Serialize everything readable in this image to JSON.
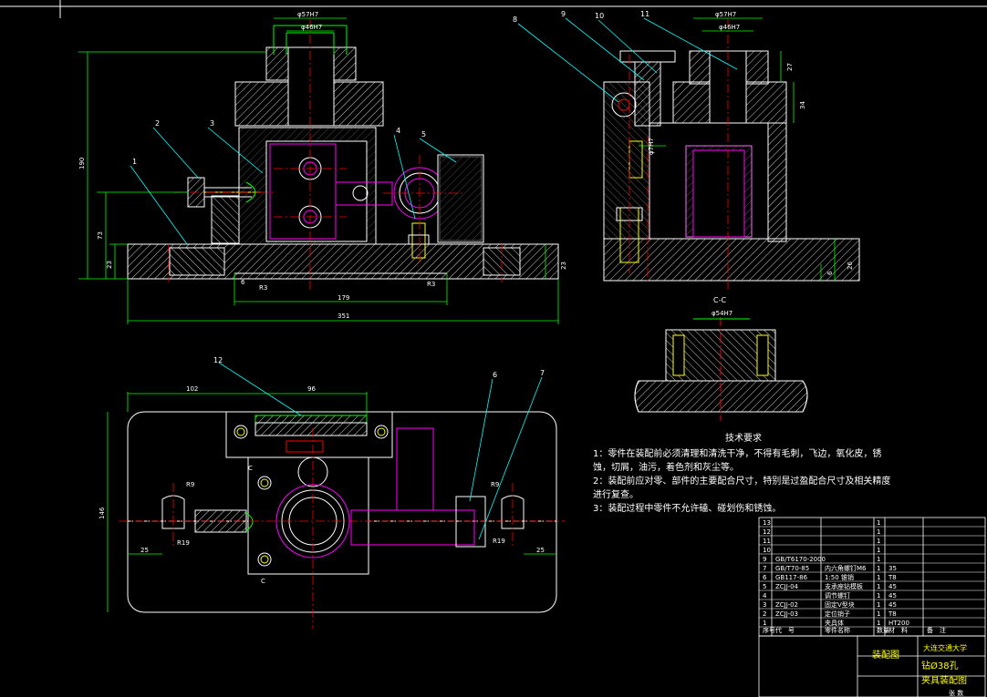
{
  "drawing": {
    "dims_front": {
      "d57": "φ57H7",
      "d46": "φ46H7",
      "h190": "190",
      "h73": "73",
      "h23": "23",
      "w179": "179",
      "w351": "351",
      "r3a": "R3",
      "r3b": "R3",
      "h23r": "23",
      "d6": "6"
    },
    "dims_side": {
      "d57": "φ57H7",
      "d46": "φ46H7",
      "h27": "27",
      "h34": "34",
      "h26": "26",
      "h6": "6",
      "d7": "φ7H7"
    },
    "dims_plan": {
      "w102": "102",
      "w96": "96",
      "h146": "146",
      "w25a": "25",
      "w25b": "25",
      "r9a": "R9",
      "r9b": "R9",
      "r19a": "R19",
      "r19b": "R19"
    },
    "section": {
      "label": "C-C",
      "dim": "φ54H7"
    },
    "balloons_top": [
      "1",
      "2",
      "3",
      "4",
      "5"
    ],
    "balloons_side": [
      "8",
      "9",
      "10",
      "11"
    ],
    "balloons_plan": [
      "12",
      "6",
      "7"
    ],
    "cut_marks": [
      "C",
      "C"
    ]
  },
  "tech_requirements": {
    "title": "技术要求",
    "items": [
      "1：零件在装配前必须清理和清洗干净，不得有毛刺，飞边，氧化皮，锈蚀，切屑，油污，着色剂和灰尘等。",
      "2：装配前应对零、部件的主要配合尺寸，特别是过盈配合尺寸及相关精度进行复查。",
      "3：装配过程中零件不允许磕、碰划伤和锈蚀。"
    ]
  },
  "bom": {
    "rows": [
      {
        "no": "13",
        "code": "",
        "name": "",
        "qty": "1",
        "mat": "",
        "note": ""
      },
      {
        "no": "12",
        "code": "",
        "name": "",
        "qty": "1",
        "mat": "",
        "note": ""
      },
      {
        "no": "11",
        "code": "",
        "name": "",
        "qty": "1",
        "mat": "",
        "note": ""
      },
      {
        "no": "10",
        "code": "",
        "name": "",
        "qty": "1",
        "mat": "",
        "note": ""
      },
      {
        "no": "9",
        "code": "GB/T6170-2000",
        "name": "",
        "qty": "1",
        "mat": "",
        "note": ""
      },
      {
        "no": "7",
        "code": "GB/T70-85",
        "name": "内六角螺钉M6",
        "qty": "1",
        "mat": "35",
        "note": ""
      },
      {
        "no": "6",
        "code": "GB117-86",
        "name": "1:50 锥销",
        "qty": "1",
        "mat": "T8",
        "note": ""
      },
      {
        "no": "5",
        "code": "ZCJJ-04",
        "name": "支承座钻模板",
        "qty": "1",
        "mat": "45",
        "note": ""
      },
      {
        "no": "4",
        "code": "",
        "name": "调节螺钉",
        "qty": "1",
        "mat": "45",
        "note": ""
      },
      {
        "no": "3",
        "code": "ZCJJ-02",
        "name": "固定V型块",
        "qty": "1",
        "mat": "45",
        "note": ""
      },
      {
        "no": "2",
        "code": "ZCJJ-03",
        "name": "定位销子",
        "qty": "1",
        "mat": "T8",
        "note": ""
      },
      {
        "no": "1",
        "code": "",
        "name": "夹具体",
        "qty": "1",
        "mat": "HT200",
        "note": ""
      }
    ],
    "header": {
      "no": "序号",
      "code": "代　号",
      "name": "零件名称",
      "qty": "数量",
      "mat": "材　料",
      "note": "备　注"
    }
  },
  "title_block": {
    "school": "大连交通大学",
    "drawing_type": "装配图",
    "title_line1": "钻Ø38孔",
    "title_line2": "夹具装配图",
    "sheet": "张 数"
  },
  "colors": {
    "outline": "#ffffff",
    "hatch": "#ffffff",
    "dim": "#00ff00",
    "center": "#ff0000",
    "leader": "#00ffff",
    "part": "#ff00ff",
    "thread": "#ffff00"
  }
}
